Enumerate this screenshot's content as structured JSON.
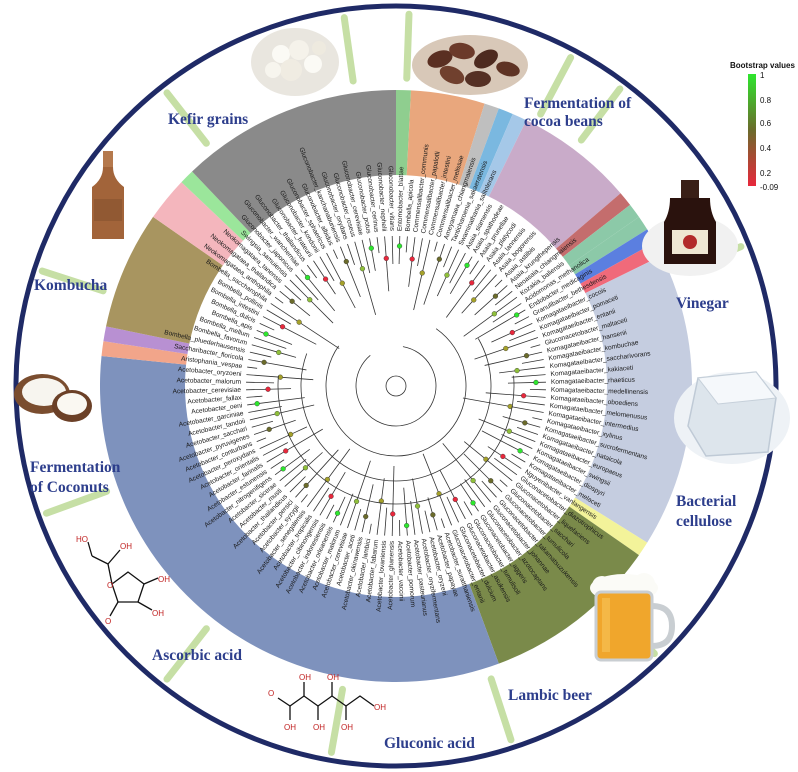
{
  "legend": {
    "title": "Bootstrap values",
    "ticks": [
      "1",
      "0.8",
      "0.6",
      "0.4",
      "0.2",
      "-0.09"
    ],
    "colors": {
      "high": "#2ee62e",
      "mid": "#6b6b2b",
      "low": "#e8283c"
    }
  },
  "applications": [
    {
      "label": "Kefir grains",
      "icon": "kefir-grains-image"
    },
    {
      "label": "Fermentation of cocoa beans",
      "lines": [
        "Fermentation of",
        "cocoa beans"
      ],
      "icon": "cocoa-beans-image"
    },
    {
      "label": "Vinegar",
      "icon": "vinegar-bottle-image"
    },
    {
      "label": "Bacterial cellulose",
      "lines": [
        "Bacterial",
        "cellulose"
      ],
      "icon": "cellulose-block-image"
    },
    {
      "label": "Lambic beer",
      "icon": "beer-mug-image"
    },
    {
      "label": "Gluconic acid",
      "icon": "gluconic-acid-structure"
    },
    {
      "label": "Ascorbic acid",
      "icon": "ascorbic-acid-structure"
    },
    {
      "label": "Fermentation of Coconuts",
      "lines": [
        "Fermentation",
        "of  Coconuts"
      ],
      "icon": "coconut-image"
    },
    {
      "label": "Kombucha",
      "icon": "kombucha-bottle-image"
    }
  ],
  "ring_colors": {
    "outer_ring": "#1f2a66",
    "divider": "#c6dfa5",
    "acetobacter": "#7e92bd",
    "komagataeibacter": "#c5cde0",
    "gluconacetobacter": "#7a8a4a",
    "gluconobacter": "#8a8a8a",
    "bombella": "#a89560",
    "asaia": "#c9abc9",
    "commensalibacter": "#e9a77d",
    "entomobacter": "#8fce8f",
    "swingsia": "#9be69b",
    "neokomagataea": "#f4b6bd",
    "saccharibacter": "#b890d2",
    "aristophania": "#f2a58a",
    "kozakia": "#8cc9a8",
    "neoasaia": "#c46d6d",
    "endobacter": "#5b7fe0",
    "granulibacter": "#f06a7a",
    "tanticharoenia": "#7ab8e0",
    "swaminathania": "#a5c8e8",
    "ameyamaea": "#bfbfbf",
    "nguyenibacter": "#f3f39a"
  },
  "clades": [
    {
      "genus": "Acetobacter",
      "color_key": "acetobacter",
      "species": [
        "Acetobacter_suratthaniensis",
        "Acetobacter_papayae",
        "Acetobacter_oryzeni",
        "Acetobacter_oryzifermentans",
        "Acetobacter_pasteurianus",
        "Acetobacter_pomorum",
        "Acetobacter_vaccinii",
        "Acetobacter_ghanensis",
        "Acetobacter_lovaniensis",
        "Acetobacter_fabarum",
        "Acetobacter_lambici",
        "Acetobacter_okinawensis",
        "Acetobacter_aceti",
        "Acetobacter_cerevisiae",
        "Acetobacter_malorum",
        "Acetobacter_orleanensis",
        "Acetobacter_indonesiensis",
        "Acetobacter_cibinongensis",
        "Acetobacter_tropicalis",
        "Acetobacter_senegalensis",
        "Acetobacter_syzygii",
        "Acetobacter_persici",
        "Acetobacter_thailandicus",
        "Acetobacter_musti",
        "Acetobacter_sicerae",
        "Acetobacter_nitrogenifigens",
        "Acetobacter_estunensis",
        "Acetobacter_farinalis",
        "Acetobacter_orientalis",
        "Acetobacter_peroxydans",
        "Acetobacter_conturbans",
        "Acetobacter_pyruvigenes",
        "Acetobacter_sacchari",
        "Acetobacter_tandoii",
        "Acetobacter_garciniae",
        "Acetobacter_oeni",
        "Acetobacter_fallax",
        "Acetobacter_cerevisiae",
        "Acetobacter_malorum",
        "Acetobacter_oryzoeni"
      ]
    },
    {
      "genus": "Gluconacetobacter",
      "color_key": "gluconacetobacter",
      "species": [
        "Gluconacetobacter_diazotrophicus",
        "Gluconacetobacter_liquefaciens",
        "Gluconacetobacter_sacchari",
        "Gluconacetobacter_tumulicola",
        "Gluconacetobacter_takamatsuzukensis",
        "Gluconacetobacter_johannae",
        "Gluconacetobacter_azotocaptans",
        "Gluconacetobacter_aggeris",
        "Gluconacetobacter_tumulisoli",
        "Gluconacetobacter_asukensis",
        "Gluconacetobacter_dulcium",
        "Gluconacetobacter_entanii"
      ]
    },
    {
      "genus": "Nguyenibacter",
      "color_key": "nguyenibacter",
      "species": [
        "Nguyenibacter_vanlangensis"
      ]
    },
    {
      "genus": "Komagataeibacter",
      "color_key": "komagataeibacter",
      "species": [
        "Komagataeibacter_cocois",
        "Komagataeibacter_pomaceti",
        "Komagataeibacter_entanii",
        "Gluconacetobacter_maltaceti",
        "Komagataeibacter_hansenii",
        "Komagataeibacter_kombuchae",
        "Komagataeibacter_saccharivorans",
        "Komagataeibacter_kakiaceti",
        "Komagataeibacter_rhaeticus",
        "Komagataeibacter_medellinensis",
        "Komagataeibacter_oboediens",
        "Komagataeibacter_melomenusus",
        "Komagataeibacter_intermedius",
        "Komagataeibacter_xylinus",
        "Komagataeibacter_sucrofermentans",
        "Komagataeibacter_nataicola",
        "Komagataeibacter_europaeus",
        "Komagataeibacter_swingsii",
        "Komagataeibacter_diospyri",
        "Komagataeibacter_melaceti"
      ]
    },
    {
      "genus": "Granulibacter",
      "color_key": "granulibacter",
      "species": [
        "Granulibacter_bethesdensis"
      ]
    },
    {
      "genus": "Endobacter",
      "color_key": "endobacter",
      "species": [
        "Endobacter_medicaginis"
      ]
    },
    {
      "genus": "Acidomonas",
      "color_key": "kozakia",
      "species": [
        "Acidomonas_methanolica"
      ]
    },
    {
      "genus": "Kozakia",
      "color_key": "kozakia",
      "species": [
        "Kozakia_baliensis"
      ]
    },
    {
      "genus": "Neoasaia",
      "color_key": "neoasaia",
      "species": [
        "Neoasaia_chiangmaiensis"
      ]
    },
    {
      "genus": "Asaia",
      "color_key": "asaia",
      "species": [
        "Asaia_siamensis",
        "Asaia_spathodeae",
        "Asaia_prunellae",
        "Asaia_platycodi",
        "Asaia_lannensis",
        "Asaia_bogorensis",
        "Asaia_astilbis",
        "Asaia_krungthepensis"
      ]
    },
    {
      "genus": "Swaminathania",
      "color_key": "swaminathania",
      "species": [
        "Swaminathania_salitolerans"
      ]
    },
    {
      "genus": "Tanticharoenia",
      "color_key": "tanticharoenia",
      "species": [
        "Tanticharoenia_sakaeratensis"
      ]
    },
    {
      "genus": "Ameyamaea",
      "color_key": "ameyamaea",
      "species": [
        "Ameyamaea_chiangmaiensis"
      ]
    },
    {
      "genus": "Commensalibacter",
      "color_key": "commensalibacter",
      "species": [
        "Bombella_apicola",
        "Commensalibacter_communis",
        "Commensalibacter_papalotli",
        "Commensalibacter_intestini",
        "Commensalibacter_melissae"
      ]
    },
    {
      "genus": "Entomobacter",
      "color_key": "entomobacter",
      "species": [
        "Entomobacter_blattae"
      ]
    },
    {
      "genus": "Gluconobacter",
      "color_key": "gluconobacter",
      "species": [
        "Gluconobacter_japonicus",
        "Gluconobacter_wancherniae",
        "Gluconobacter_thailandicus",
        "Gluconobacter_frateurii",
        "Gluconobacter_kondonii",
        "Gluconobacter_sphaericus",
        "Gluconobacter_albidus",
        "Gluconobacter_kanchanaburiensis",
        "Gluconobacter_oxydans",
        "Gluconobacter_roseus",
        "Gluconobacter_cerevisiae",
        "Gluconobacter_potus",
        "Gluconobacter_cerinus",
        "Gluconobacter_nephelii",
        "Gluconobacter_vitians"
      ]
    },
    {
      "genus": "Swingsia",
      "color_key": "swingsia",
      "species": [
        "Swingsia_samuiensis"
      ]
    },
    {
      "genus": "Neokomagataea",
      "color_key": "neokomagataea",
      "species": [
        "Neokomagataea_anthophila",
        "Neokomagataea_thailandica",
        "Neokomagataea_tanensis"
      ]
    },
    {
      "genus": "Bombella",
      "color_key": "bombella",
      "species": [
        "Bombella_pluederhausensis",
        "Bombella_favorum",
        "Bombella_mellum",
        "Bombella_apis",
        "Bombella_dulcis",
        "Bombella_intestini",
        "Bombella_pollinis",
        "Bombella_saccharophila"
      ]
    },
    {
      "genus": "Saccharibacter",
      "color_key": "saccharibacter",
      "species": [
        "Saccharibacter_floricola"
      ]
    },
    {
      "genus": "Aristophania",
      "color_key": "aristophania",
      "species": [
        "Aristophania_vespae"
      ]
    }
  ]
}
